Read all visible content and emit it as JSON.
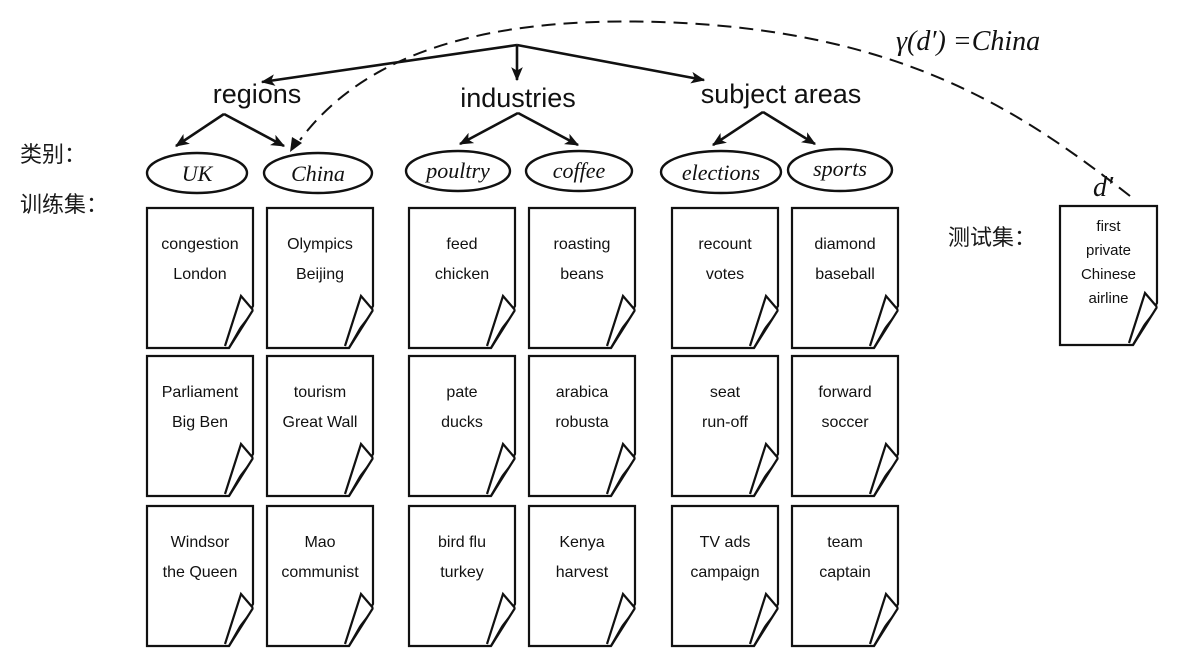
{
  "labels": {
    "categories_label": "类别：",
    "training_label": "训练集：",
    "test_label": "测试集："
  },
  "classification": {
    "formula": "γ(d′) =China",
    "test_doc_name": "d′"
  },
  "groups": [
    {
      "name": "regions",
      "classes": [
        {
          "name": "UK",
          "docs": [
            [
              "congestion",
              "London"
            ],
            [
              "Parliament",
              "Big Ben"
            ],
            [
              "Windsor",
              "the Queen"
            ]
          ]
        },
        {
          "name": "China",
          "docs": [
            [
              "Olympics",
              "Beijing"
            ],
            [
              "tourism",
              "Great Wall"
            ],
            [
              "Mao",
              "communist"
            ]
          ]
        }
      ]
    },
    {
      "name": "industries",
      "classes": [
        {
          "name": "poultry",
          "docs": [
            [
              "feed",
              "chicken"
            ],
            [
              "pate",
              "ducks"
            ],
            [
              "bird flu",
              "turkey"
            ]
          ]
        },
        {
          "name": "coffee",
          "docs": [
            [
              "roasting",
              "beans"
            ],
            [
              "arabica",
              "robusta"
            ],
            [
              "Kenya",
              "harvest"
            ]
          ]
        }
      ]
    },
    {
      "name": "subject areas",
      "classes": [
        {
          "name": "elections",
          "docs": [
            [
              "recount",
              "votes"
            ],
            [
              "seat",
              "run-off"
            ],
            [
              "TV ads",
              "campaign"
            ]
          ]
        },
        {
          "name": "sports",
          "docs": [
            [
              "diamond",
              "baseball"
            ],
            [
              "forward",
              "soccer"
            ],
            [
              "team",
              "captain"
            ]
          ]
        }
      ]
    }
  ],
  "test_doc": {
    "lines": [
      "first",
      "private",
      "Chinese",
      "airline"
    ]
  }
}
